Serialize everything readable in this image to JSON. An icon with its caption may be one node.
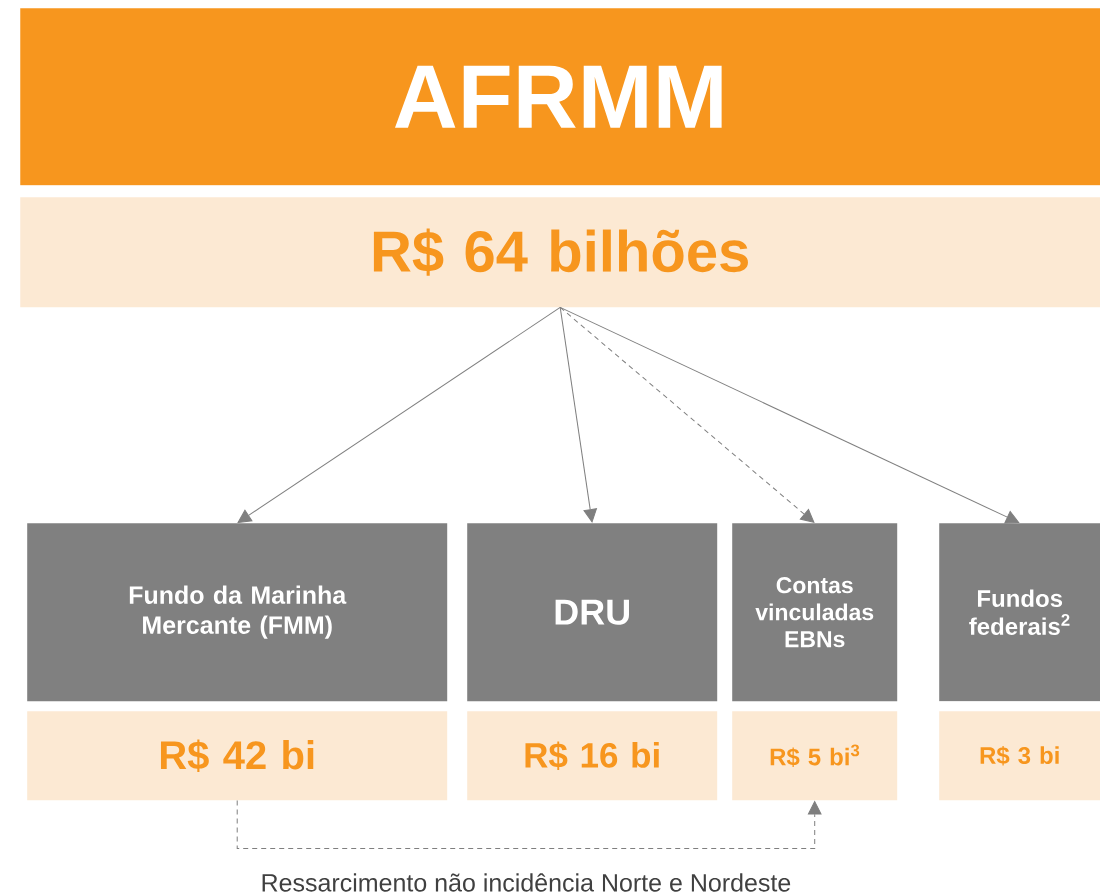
{
  "diagram": {
    "nodes": [
      {
        "text": [
          "AFRMM"
        ]
      },
      {
        "text": [
          "R$ 64 bilhões"
        ]
      },
      {
        "text": [
          "Fundo da Marinha Mercante (FMM)"
        ]
      },
      {
        "text": [
          "DRU"
        ]
      },
      {
        "text": [
          "Contas vinculadas EBNs"
        ]
      },
      {
        "text": [
          "Fundos federais$^{2}$"
        ]
      },
      {
        "text": [
          "R$ 42 bi"
        ]
      },
      {
        "text": [
          "R$ 16 bi"
        ]
      },
      {
        "text": [
          "R$ 5 bi$^{3}$"
        ]
      },
      {
        "text": [
          "R$ 3 bi"
        ]
      }
    ],
    "edges": [
      {
        "from": 1,
        "to": 2,
        "arrow": "to"
      },
      {
        "from": 1,
        "to": 3,
        "arrow": "to"
      },
      {
        "from": 1,
        "to": 4,
        "arrow": "to",
        "style": "dashed"
      },
      {
        "from": 1,
        "to": 5,
        "arrow": "to"
      },
      {
        "from": 6,
        "to": 8,
        "arrow": "to",
        "style": "dashed",
        "label": "Ressarcimento não incidência Norte e Nordeste"
      }
    ]
  }
}
